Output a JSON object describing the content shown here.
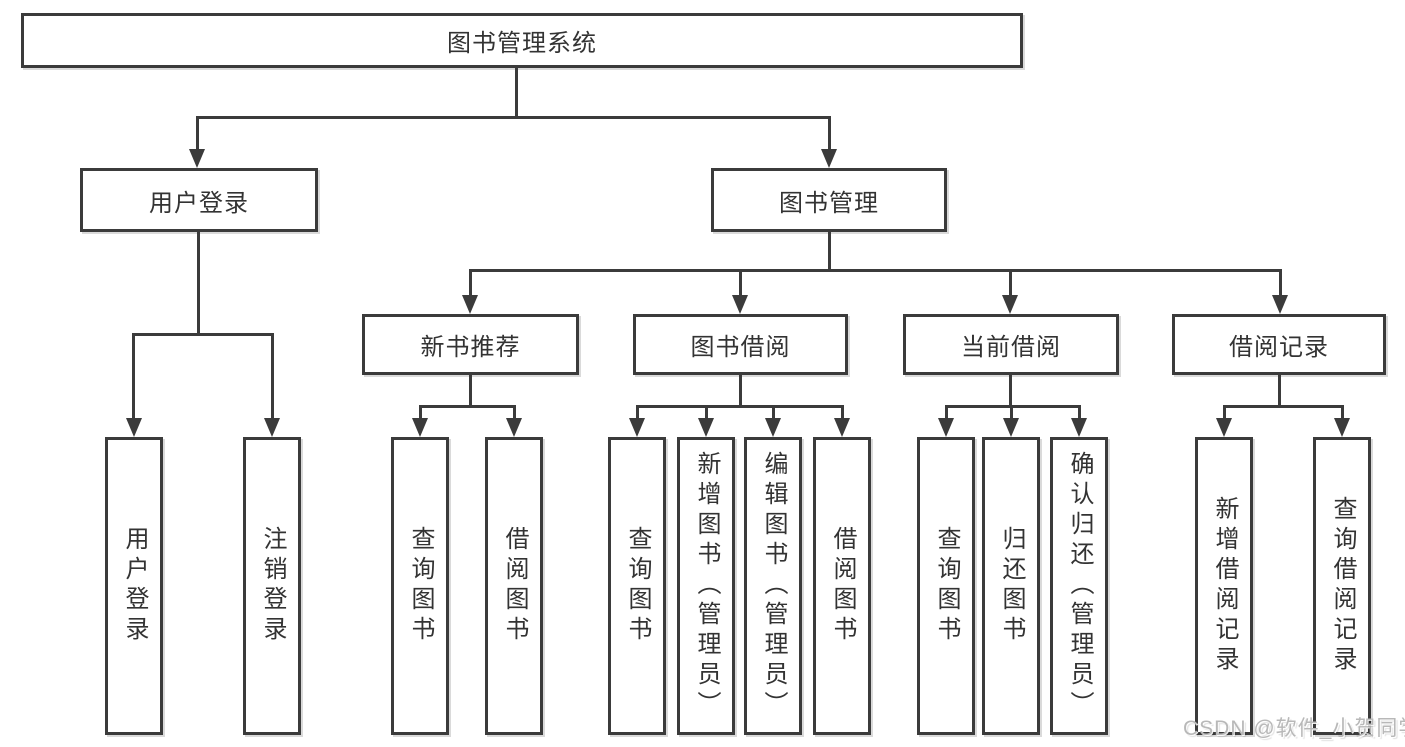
{
  "diagram": {
    "root": {
      "label": "图书管理系统"
    },
    "level2": {
      "user_login": {
        "label": "用户登录"
      },
      "book_management": {
        "label": "图书管理"
      }
    },
    "level3": {
      "new_book_recommend": {
        "label": "新书推荐"
      },
      "book_borrow": {
        "label": "图书借阅"
      },
      "current_borrow": {
        "label": "当前借阅"
      },
      "borrow_record": {
        "label": "借阅记录"
      }
    },
    "leaves": {
      "user_login_action": "用户登录",
      "logout": "注销登录",
      "nb_query_book": "查询图书",
      "nb_borrow_book": "借阅图书",
      "bb_query_book": "查询图书",
      "bb_add_book_admin": "新增图书（管理员）",
      "bb_edit_book_admin": "编辑图书（管理员）",
      "bb_borrow_book": "借阅图书",
      "cb_query_book": "查询图书",
      "cb_return_book": "归还图书",
      "cb_confirm_return_admin": "确认归还（管理员）",
      "br_add_record": "新增借阅记录",
      "br_query_record": "查询借阅记录"
    }
  },
  "watermark": "CSDN @软件_小贺同学",
  "colors": {
    "line": "#3b3b3b",
    "text": "#333333",
    "watermark": "#b8b8b8",
    "background": "#ffffff"
  }
}
